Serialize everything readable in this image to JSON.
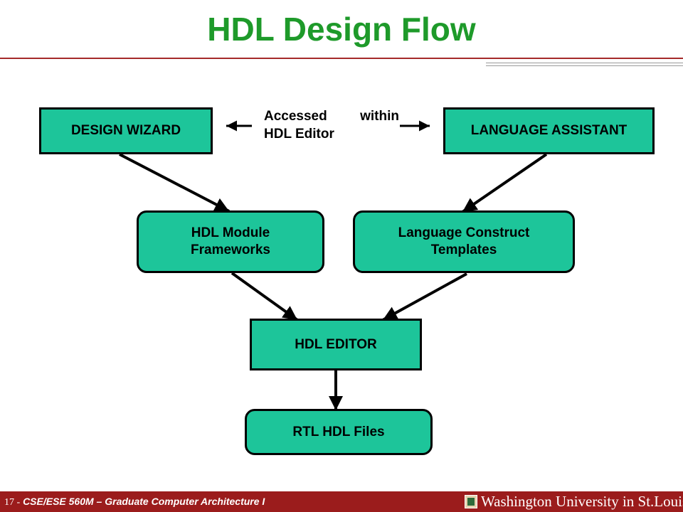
{
  "slide": {
    "title": "HDL Design Flow",
    "title_color": "#1e9a2a",
    "node_color": "#1dc59a",
    "accent_color": "#9b1c1c"
  },
  "nodes": {
    "design_wizard": "DESIGN WIZARD",
    "language_assistant": "LANGUAGE ASSISTANT",
    "hdl_module_frameworks": "HDL Module\nFrameworks",
    "language_construct_templates": "Language Construct\nTemplates",
    "hdl_editor": "HDL EDITOR",
    "rtl_hdl_files": "RTL HDL Files"
  },
  "note": {
    "line1": "Accessed within",
    "line2": "HDL Editor"
  },
  "footer": {
    "slide_number": "17 -",
    "course": "CSE/ESE 560M – Graduate Computer Architecture I",
    "university": "Washington University in St.Louis"
  },
  "icons": {
    "seal": "university-seal-icon"
  }
}
